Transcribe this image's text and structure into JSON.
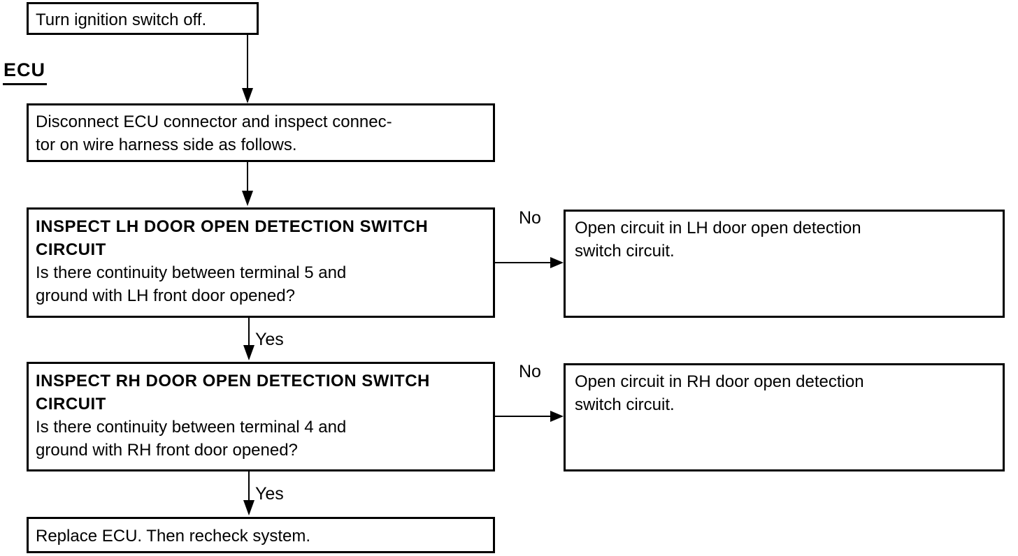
{
  "theme": {
    "background": "#ffffff",
    "ink": "#000000"
  },
  "flowchart": {
    "section_label": "ECU",
    "start_box": {
      "text": "Turn ignition switch off."
    },
    "disconnect_box": {
      "lines": [
        "Disconnect ECU connector and inspect connec-",
        "tor on wire harness side as follows."
      ]
    },
    "inspect_lh_box": {
      "title_lines": [
        "INSPECT LH DOOR OPEN DETECTION SWITCH",
        "CIRCUIT"
      ],
      "question_lines": [
        "Is there continuity between terminal 5 and",
        "ground with LH front door opened?"
      ]
    },
    "inspect_rh_box": {
      "title_lines": [
        "INSPECT RH DOOR OPEN DETECTION SWITCH",
        "CIRCUIT"
      ],
      "question_lines": [
        "Is there continuity between terminal 4 and",
        "ground with RH front door opened?"
      ]
    },
    "result_lh_box": {
      "lines": [
        "Open circuit in LH door open detection",
        "switch circuit."
      ]
    },
    "result_rh_box": {
      "lines": [
        "Open circuit in RH door open detection",
        "switch circuit."
      ]
    },
    "replace_box": {
      "text": "Replace ECU. Then recheck system."
    },
    "labels": {
      "no_lh": "No",
      "no_rh": "No",
      "yes_lh": "Yes",
      "yes_rh": "Yes"
    }
  }
}
